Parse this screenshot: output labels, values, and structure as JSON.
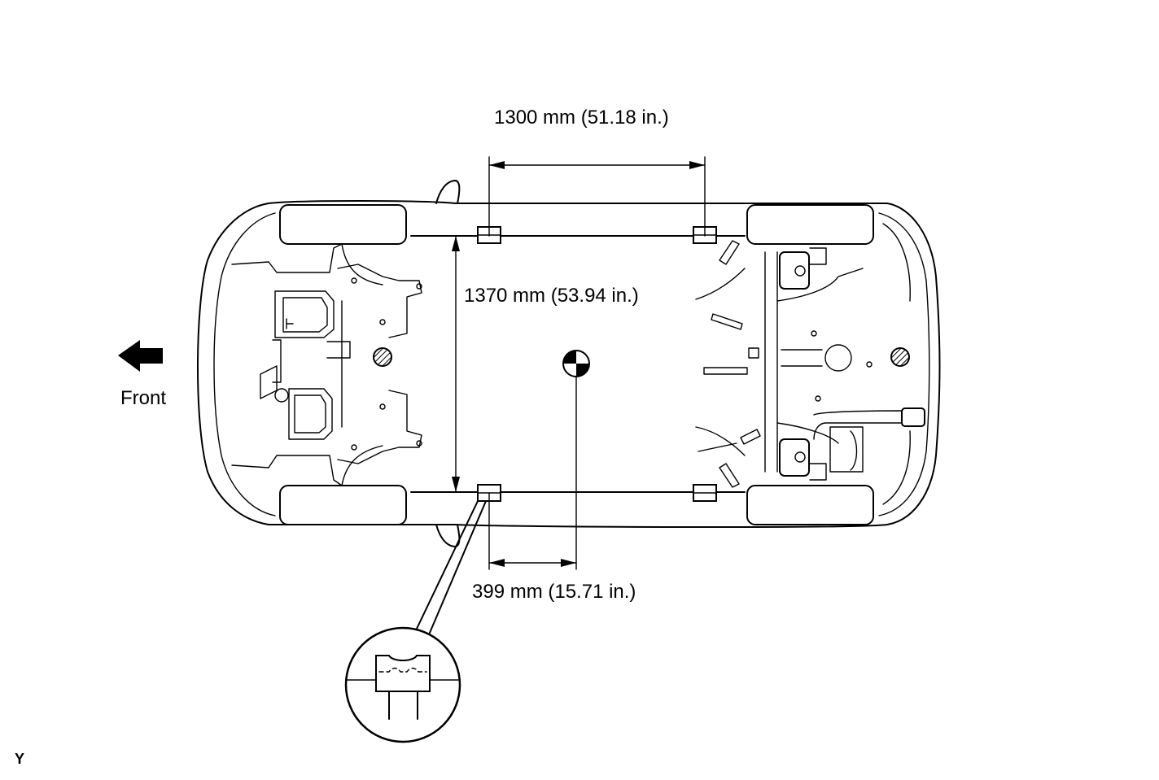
{
  "dimensions": {
    "longitudinal": "1300 mm (51.18 in.)",
    "lateral": "1370 mm (53.94 in.)",
    "center_of_gravity": "399 mm (15.71 in.)"
  },
  "direction": {
    "label": "Front",
    "icon": "arrow-left-icon"
  },
  "figure_code": "Y",
  "colors": {
    "line": "#000000",
    "background": "#ffffff"
  }
}
